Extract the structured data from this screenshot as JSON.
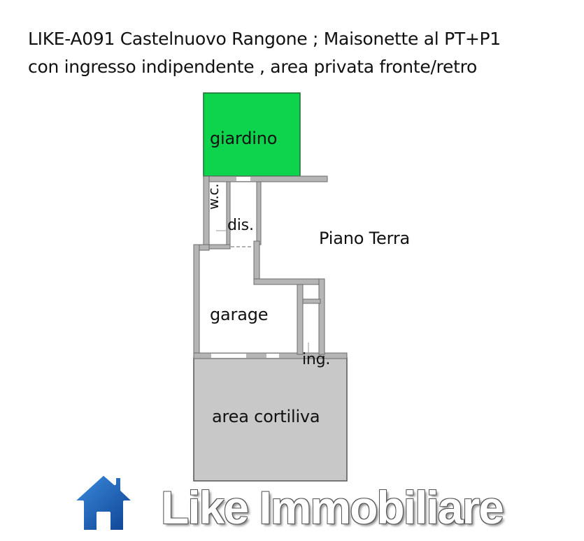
{
  "header": {
    "line1": "LIKE-A091 Castelnuovo Rangone ; Maisonette al PT+P1",
    "line2": "con ingresso indipendente , area privata fronte/retro"
  },
  "floor_plan": {
    "floor_label": "Piano Terra",
    "rooms": [
      {
        "name": "giardino",
        "fill": "#0dd44c"
      },
      {
        "name": "w.c."
      },
      {
        "name": "dis."
      },
      {
        "name": "garage"
      },
      {
        "name": "ing."
      },
      {
        "name": "area cortiliva",
        "fill": "#c8c8c8"
      }
    ],
    "wall_color": "#b5b5b5",
    "wall_outline": "#555555"
  },
  "logo": {
    "icon": "house-icon",
    "brand": "Like Immobiliare",
    "icon_color": "#1a5fb4"
  }
}
